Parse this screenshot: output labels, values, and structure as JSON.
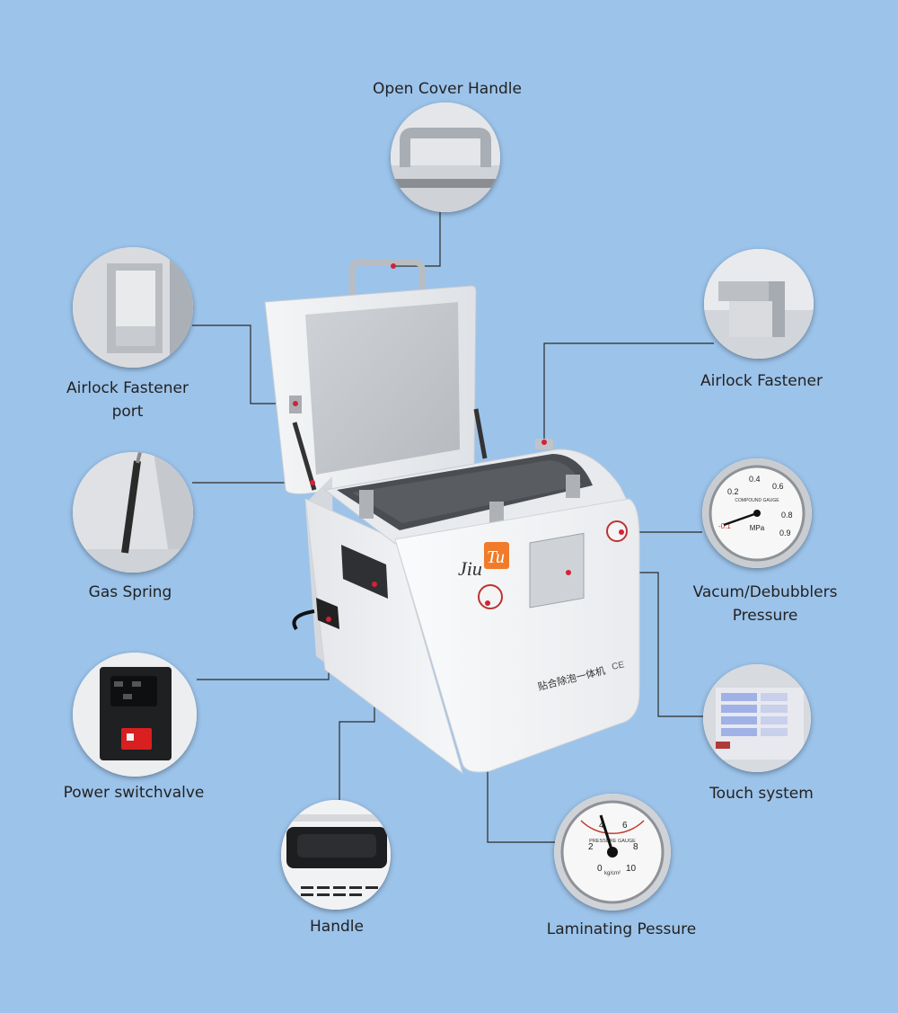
{
  "callouts": {
    "open_cover_handle": "Open Cover Handle",
    "airlock_fastener_port_l1": "Airlock Fastener",
    "airlock_fastener_port_l2": "port",
    "airlock_fastener": "Airlock Fastener",
    "gas_spring": "Gas Spring",
    "vacuum_l1": "Vacum/Debubblers",
    "vacuum_l2": "Pressure",
    "power_switch": "Power switchvalve",
    "touch_system": "Touch system",
    "handle": "Handle",
    "laminating_pressure": "Laminating Pessure"
  },
  "machine": {
    "brand_a": "Jiu",
    "brand_b": "Tu",
    "front_text": "贴合除泡一体机",
    "ce_mark": "CE"
  },
  "gauges": {
    "vacuum": {
      "ticks": [
        "-0.1",
        "0.2",
        "0.4",
        "0.6",
        "0.8",
        "0.9"
      ],
      "caption": "COMPOUND GAUGE",
      "unit": "MPa"
    },
    "laminating": {
      "ticks": [
        "0",
        "2",
        "4",
        "6",
        "8",
        "10"
      ],
      "caption": "PRESSURE GAUGE",
      "unit": "kg/cm²"
    }
  },
  "touch_screen": {
    "rows": [
      [
        "",
        ""
      ],
      [
        "",
        ""
      ],
      [
        "",
        ""
      ],
      [
        "",
        ""
      ]
    ]
  },
  "colors": {
    "background": "#9cc3ea",
    "accent_dot": "#d4213a",
    "brand_orange": "#f07b2a"
  }
}
